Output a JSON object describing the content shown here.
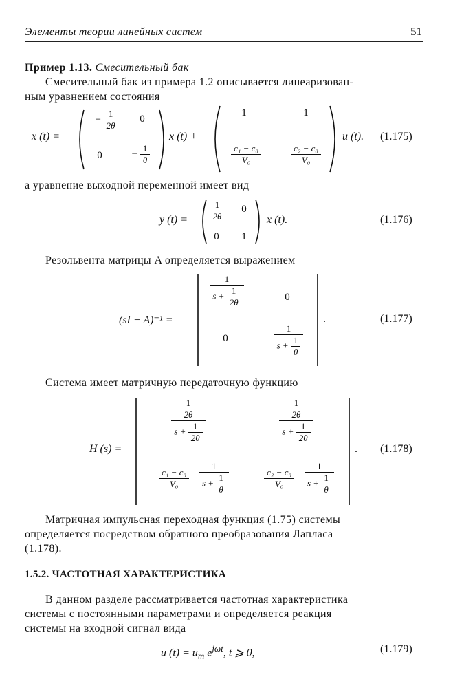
{
  "header": {
    "running_title": "Элементы теории линейных систем",
    "page_number": "51"
  },
  "example": {
    "label": "Пример 1.13.",
    "name": "Смесительный бак",
    "intro_line1": "Смесительный бак из примера 1.2 описывается линеаризован-",
    "intro_line2": "ным уравнением состояния"
  },
  "eq175": {
    "lhs": "x (t) =",
    "a11_num": "1",
    "a11_den": "2θ",
    "a11_sign": "−",
    "a12": "0",
    "a21": "0",
    "a22_num": "1",
    "a22_den": "θ",
    "a22_sign": "−",
    "mid": "x (t) +",
    "b11": "1",
    "b12": "1",
    "b21_num": "c₁ − c₀",
    "b21_den": "V₀",
    "b22_num": "c₂ − c₀",
    "b22_den": "V₀",
    "rhs": "u (t).",
    "number": "(1.175)"
  },
  "text_output": "а уравнение выходной переменной имеет вид",
  "eq176": {
    "lhs": "y (t) =",
    "c11_num": "1",
    "c11_den": "2θ",
    "c12": "0",
    "c21": "0",
    "c22": "1",
    "rhs": "x (t).",
    "number": "(1.176)"
  },
  "text_resolvent": "Резольвента матрицы A определяется выражением",
  "eq177": {
    "lhs": "(sI − A)⁻¹ =",
    "r11_num": "1",
    "r11_den_s": "s +",
    "r11_den_num": "1",
    "r11_den_den": "2θ",
    "r12": "0",
    "r21": "0",
    "r22_num": "1",
    "r22_den_s": "s +",
    "r22_den_num": "1",
    "r22_den_den": "θ",
    "rhs": ".",
    "number": "(1.177)"
  },
  "text_transfer": "Система имеет матричную передаточную функцию",
  "eq178": {
    "lhs": "H (s) =",
    "h11_inner_num": "1",
    "h11_inner_den": "2θ",
    "h11_den_s": "s +",
    "h11_den_num": "1",
    "h11_den_den": "2θ",
    "h12_inner_num": "1",
    "h12_inner_den": "2θ",
    "h12_den_s": "s +",
    "h12_den_num": "1",
    "h12_den_den": "2θ",
    "h21_coef_num": "c₁ − c₀",
    "h21_coef_den": "V₀",
    "h21_num": "1",
    "h21_den_s": "s +",
    "h21_den_num": "1",
    "h21_den_den": "θ",
    "h22_coef_num": "c₂ − c₀",
    "h22_coef_den": "V₀",
    "h22_num": "1",
    "h22_den_s": "s +",
    "h22_den_num": "1",
    "h22_den_den": "θ",
    "rhs": ".",
    "number": "(1.178)"
  },
  "text_impulse": {
    "line1": "Матричная импульсная переходная функция (1.75) системы",
    "line2": "определяется посредством обратного преобразования Лапласа",
    "line3": "(1.178)."
  },
  "section": {
    "number": "1.5.2.",
    "title": "ЧАСТОТНАЯ ХАРАКТЕРИСТИКА"
  },
  "text_section": {
    "line1": "В данном разделе рассматривается частотная характеристика",
    "line2": "системы с постоянными параметрами и определяется реакция",
    "line3": "системы на входной сигнал вида"
  },
  "eq179": {
    "lhs": "u (t) = u",
    "sub": "m",
    "exp_base": "e",
    "exp_sup": "jωt",
    "cond": ",    t ⩾ 0,",
    "number": "(1.179)"
  }
}
